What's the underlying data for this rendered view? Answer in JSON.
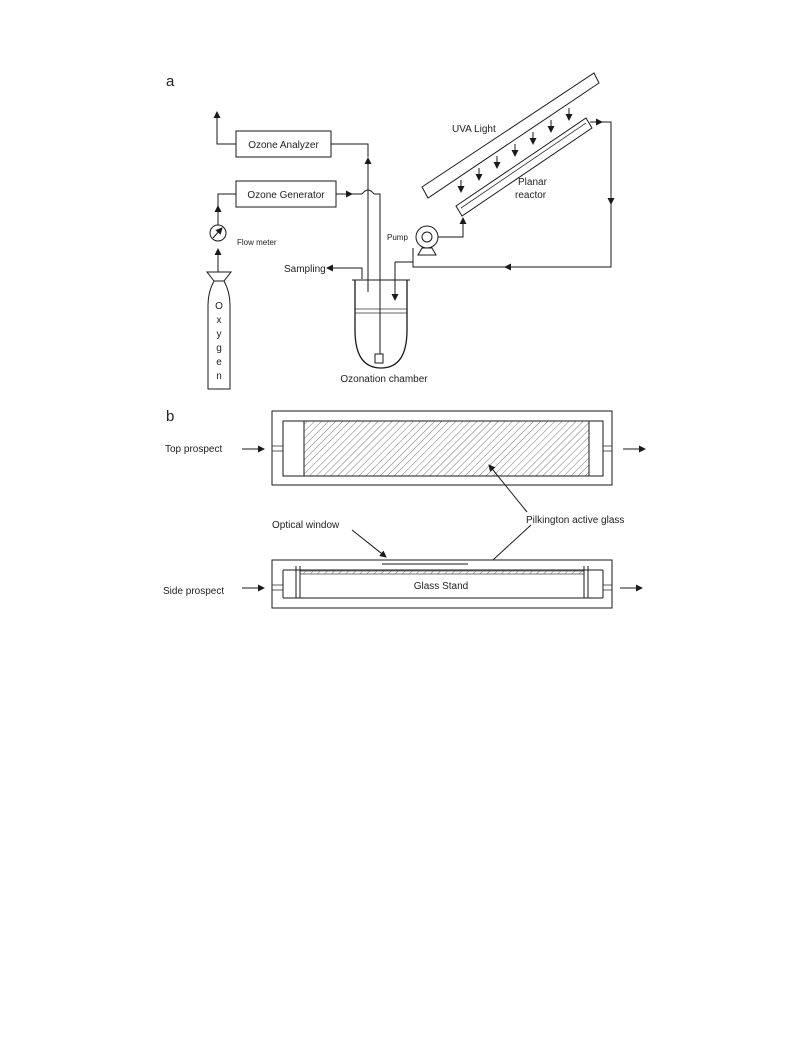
{
  "panel_a": {
    "letter": "a",
    "ozone_analyzer": "Ozone Analyzer",
    "ozone_generator": "Ozone Generator",
    "flow_meter": "Flow meter",
    "oxygen_letters": [
      "O",
      "x",
      "y",
      "g",
      "e",
      "n"
    ],
    "sampling": "Sampling",
    "pump": "Pump",
    "uva_light": "UVA Light",
    "planar": "Planar",
    "reactor": "reactor",
    "ozonation_chamber": "Ozonation chamber"
  },
  "panel_b": {
    "letter": "b",
    "top_prospect": "Top prospect",
    "side_prospect": "Side prospect",
    "optical_window": "Optical window",
    "pilkington_active_glass": "Pilkington active glass",
    "glass_stand": "Glass Stand"
  }
}
